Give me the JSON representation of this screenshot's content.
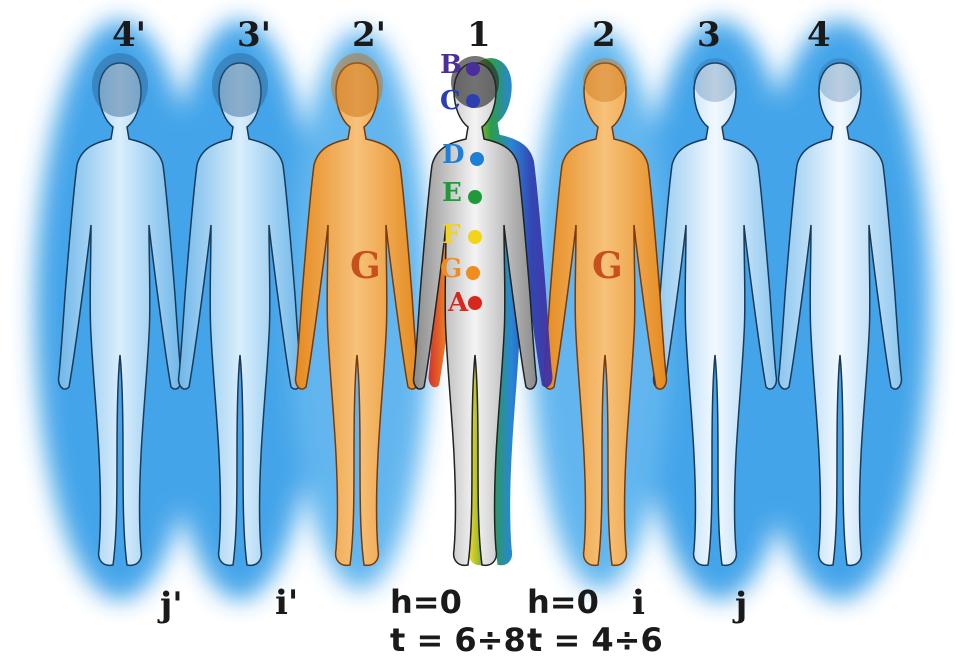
{
  "figure_numbers": {
    "n4p": "4'",
    "n3p": "3'",
    "n2p": "2'",
    "n1": "1",
    "n2": "2",
    "n3": "3",
    "n4": "4"
  },
  "chakra_letters": {
    "b": "B",
    "c": "C",
    "d": "D",
    "e": "E",
    "f": "F",
    "g": "G",
    "a": "A"
  },
  "g_marks": {
    "left": "G",
    "right": "G"
  },
  "bottom_labels": {
    "jp": "j'",
    "ip": "i'",
    "hp": "h=0",
    "h": "h=0",
    "i": "i",
    "j": "j",
    "t_left": "t = 6÷8",
    "t_right": "t = 4÷6"
  },
  "colors": {
    "aura_blue": "#3aa0e8",
    "body_blue": "#9fd0f2",
    "body_orange": "#f0a640",
    "body_white": "#e8e8e8",
    "chakra_violet": "#4b2e9e",
    "chakra_indigo": "#2b3fb0",
    "chakra_blue": "#1e7fd6",
    "chakra_green": "#1f9a3a",
    "chakra_yellow": "#f2d41a",
    "chakra_orange": "#f08c1e",
    "chakra_red": "#d8281e"
  }
}
